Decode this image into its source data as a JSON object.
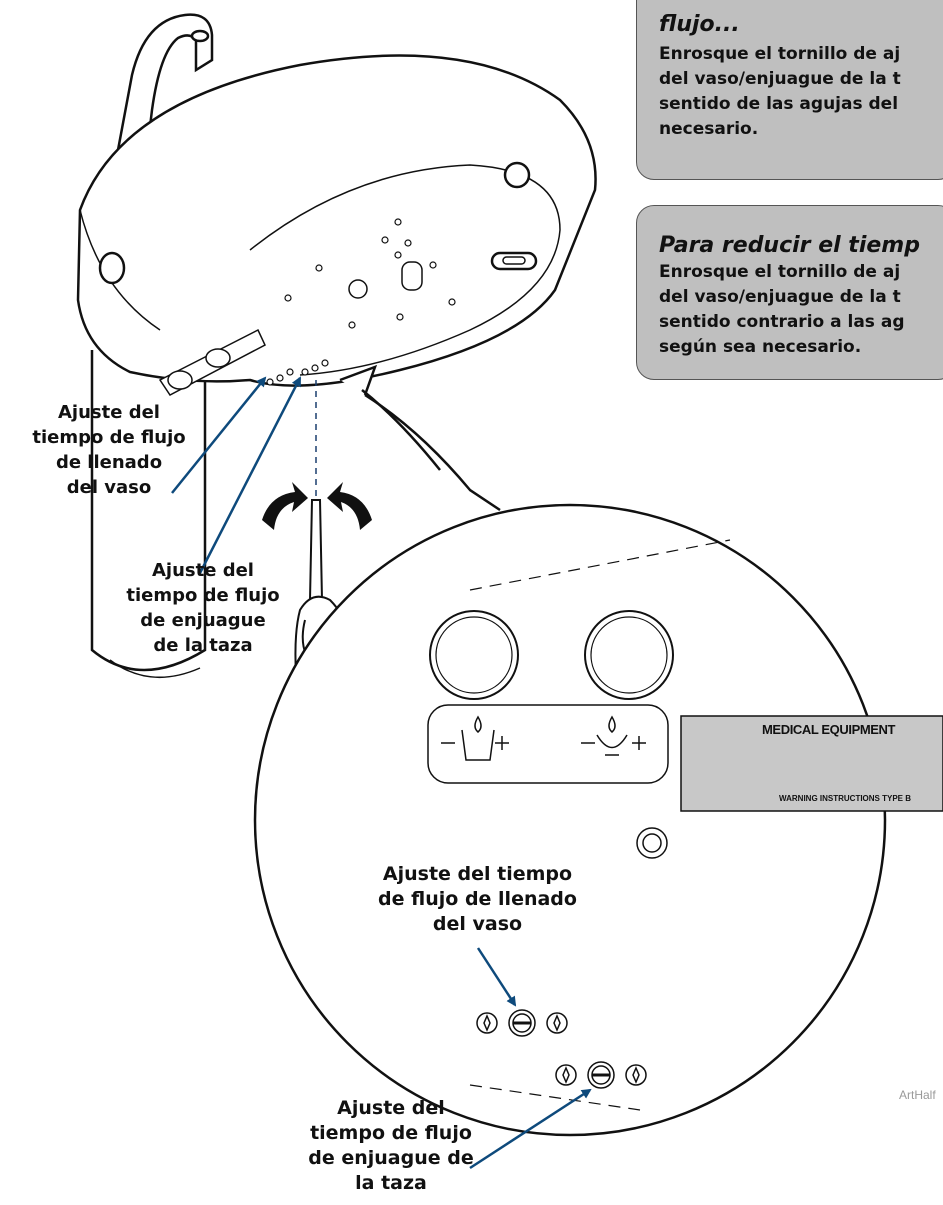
{
  "callouts": {
    "increase": {
      "heading": "flujo...",
      "body": "Enrosque el tornillo de aj\ndel vaso/enjuague de la t\nsentido de las agujas del\nnecesario."
    },
    "decrease": {
      "heading": "Para reducir el tiemp",
      "body": "Enrosque el tornillo de aj\ndel vaso/enjuague de la t\nsentido contrario a las ag\nsegún sea necesario."
    }
  },
  "labels": {
    "cup_fill_left": "Ajuste del\ntiempo de flujo\nde llenado\ndel vaso",
    "bowl_rinse_left": "Ajuste del\ntiempo de flujo\nde enjuague\nde la taza",
    "cup_fill_detail": "Ajuste del tiempo\nde flujo de llenado\ndel vaso",
    "bowl_rinse_detail": "Ajuste del\ntiempo de flujo\nde enjuague de\nla taza"
  },
  "plate": {
    "title": "MEDICAL  EQUIPMENT",
    "footer": "WARNING   INSTRUCTIONS   TYPE B"
  },
  "art_code": "ArtHalf",
  "colors": {
    "arrow": "#0e4a7c",
    "callout_fill": "#bfbfbf",
    "plate_fill": "#c8c8c8"
  }
}
